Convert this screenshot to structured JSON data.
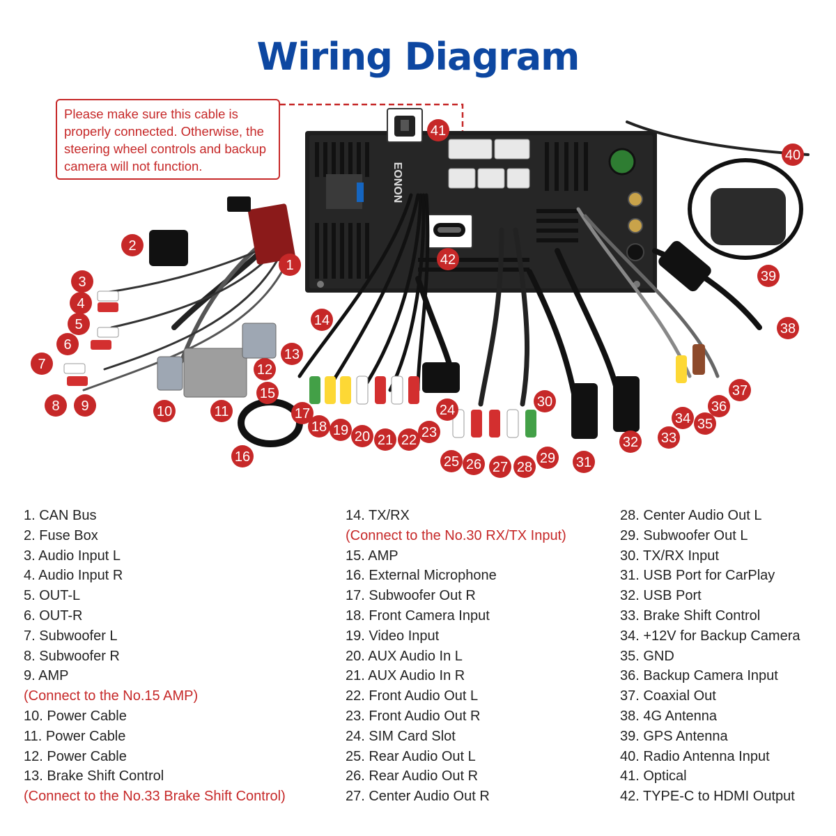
{
  "title": "Wiring Diagram",
  "warning": "Please make sure this cable is properly connected. Otherwise, the steering wheel controls and backup camera will not function.",
  "unit_brand": "EONON",
  "colors": {
    "title": "#0d47a1",
    "accent": "#c62828",
    "badge": "#c62828"
  },
  "markers": [
    "1",
    "2",
    "3",
    "4",
    "5",
    "6",
    "7",
    "8",
    "9",
    "10",
    "11",
    "12",
    "13",
    "14",
    "15",
    "16",
    "17",
    "18",
    "19",
    "20",
    "21",
    "22",
    "23",
    "24",
    "25",
    "26",
    "27",
    "28",
    "29",
    "30",
    "31",
    "32",
    "33",
    "34",
    "35",
    "36",
    "37",
    "38",
    "39",
    "40",
    "41",
    "42"
  ],
  "legend": {
    "col1": [
      {
        "text": "1. CAN Bus"
      },
      {
        "text": "2. Fuse Box"
      },
      {
        "text": "3. Audio Input L"
      },
      {
        "text": "4. Audio Input R"
      },
      {
        "text": "5. OUT-L"
      },
      {
        "text": "6. OUT-R"
      },
      {
        "text": "7. Subwoofer L"
      },
      {
        "text": "8. Subwoofer R"
      },
      {
        "text": "9. AMP"
      },
      {
        "text": "(Connect to the No.15 AMP)",
        "note": true
      },
      {
        "text": "10. Power Cable"
      },
      {
        "text": "11. Power Cable"
      },
      {
        "text": "12. Power Cable"
      },
      {
        "text": "13. Brake Shift Control"
      },
      {
        "text": "(Connect to the No.33 Brake Shift Control)",
        "note": true
      }
    ],
    "col2": [
      {
        "text": "14. TX/RX"
      },
      {
        "text": "(Connect to the No.30 RX/TX Input)",
        "note": true
      },
      {
        "text": "15. AMP"
      },
      {
        "text": "16. External Microphone"
      },
      {
        "text": "17. Subwoofer Out R"
      },
      {
        "text": "18. Front Camera Input"
      },
      {
        "text": "19. Video Input"
      },
      {
        "text": "20. AUX Audio In L"
      },
      {
        "text": "21. AUX Audio In R"
      },
      {
        "text": "22. Front Audio Out L"
      },
      {
        "text": "23. Front Audio Out R"
      },
      {
        "text": "24. SIM Card Slot"
      },
      {
        "text": "25. Rear Audio Out L"
      },
      {
        "text": "26. Rear Audio Out R"
      },
      {
        "text": "27. Center Audio Out R"
      }
    ],
    "col3": [
      {
        "text": "28. Center Audio Out L"
      },
      {
        "text": "29. Subwoofer Out L"
      },
      {
        "text": "30. TX/RX Input"
      },
      {
        "text": "31. USB Port for CarPlay"
      },
      {
        "text": "32. USB Port"
      },
      {
        "text": "33. Brake Shift Control"
      },
      {
        "text": "34. +12V for Backup Camera"
      },
      {
        "text": "35. GND"
      },
      {
        "text": "36. Backup Camera Input"
      },
      {
        "text": "37. Coaxial Out"
      },
      {
        "text": "38. 4G Antenna"
      },
      {
        "text": "39. GPS Antenna"
      },
      {
        "text": "40. Radio Antenna Input"
      },
      {
        "text": "41. Optical"
      },
      {
        "text": "42. TYPE-C to HDMI Output"
      }
    ]
  }
}
